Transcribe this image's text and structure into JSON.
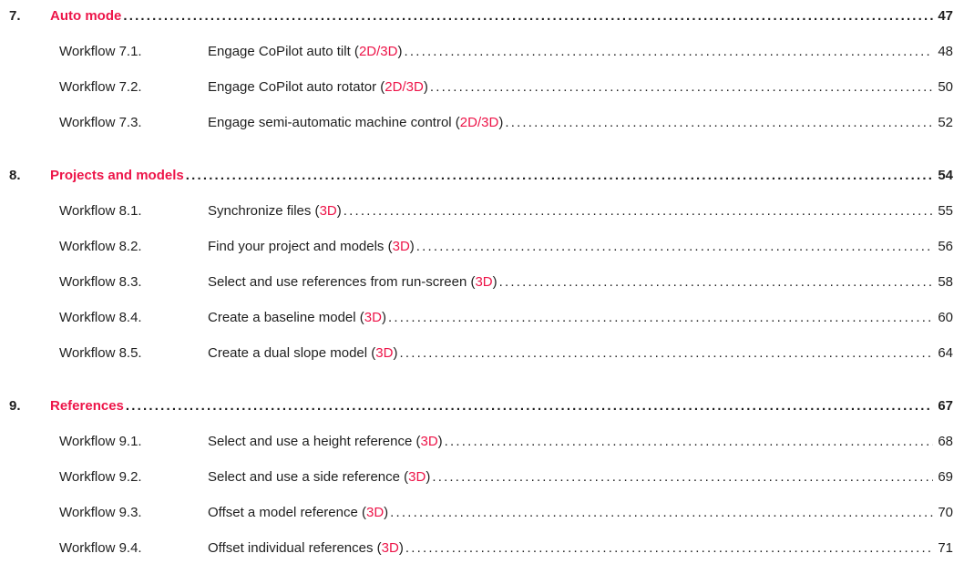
{
  "toc": {
    "sections": [
      {
        "number": "7.",
        "title": "Auto mode",
        "page": "47",
        "entries": [
          {
            "label": "Workflow 7.1.",
            "title_pre": "Engage CoPilot auto tilt (",
            "mode": "2D/3D",
            "title_post": ")",
            "page": "48"
          },
          {
            "label": "Workflow 7.2.",
            "title_pre": "Engage CoPilot auto rotator (",
            "mode": "2D/3D",
            "title_post": ")",
            "page": "50"
          },
          {
            "label": "Workflow 7.3.",
            "title_pre": "Engage semi-automatic machine control (",
            "mode": "2D/3D",
            "title_post": ")",
            "page": "52"
          }
        ]
      },
      {
        "number": "8.",
        "title": "Projects and models",
        "page": "54",
        "entries": [
          {
            "label": "Workflow 8.1.",
            "title_pre": "Synchronize files (",
            "mode": "3D",
            "title_post": ")",
            "page": "55"
          },
          {
            "label": "Workflow 8.2.",
            "title_pre": "Find your project and models (",
            "mode": "3D",
            "title_post": ")",
            "page": "56"
          },
          {
            "label": "Workflow 8.3.",
            "title_pre": "Select and use references from run-screen (",
            "mode": "3D",
            "title_post": ")",
            "page": "58"
          },
          {
            "label": "Workflow 8.4.",
            "title_pre": "Create a baseline model (",
            "mode": "3D",
            "title_post": ")",
            "page": "60"
          },
          {
            "label": "Workflow 8.5.",
            "title_pre": "Create a dual slope model (",
            "mode": "3D",
            "title_post": ")",
            "page": "64"
          }
        ]
      },
      {
        "number": "9.",
        "title": "References",
        "page": "67",
        "entries": [
          {
            "label": "Workflow 9.1.",
            "title_pre": "Select and use a height reference (",
            "mode": "3D",
            "title_post": ")",
            "page": "68"
          },
          {
            "label": "Workflow 9.2.",
            "title_pre": "Select and use a side reference (",
            "mode": "3D",
            "title_post": ")",
            "page": "69"
          },
          {
            "label": "Workflow 9.3.",
            "title_pre": "Offset a model reference (",
            "mode": "3D",
            "title_post": ")",
            "page": "70"
          },
          {
            "label": "Workflow 9.4.",
            "title_pre": "Offset individual references (",
            "mode": "3D",
            "title_post": ")",
            "page": "71"
          }
        ]
      }
    ],
    "accent_color": "#ED1549"
  }
}
